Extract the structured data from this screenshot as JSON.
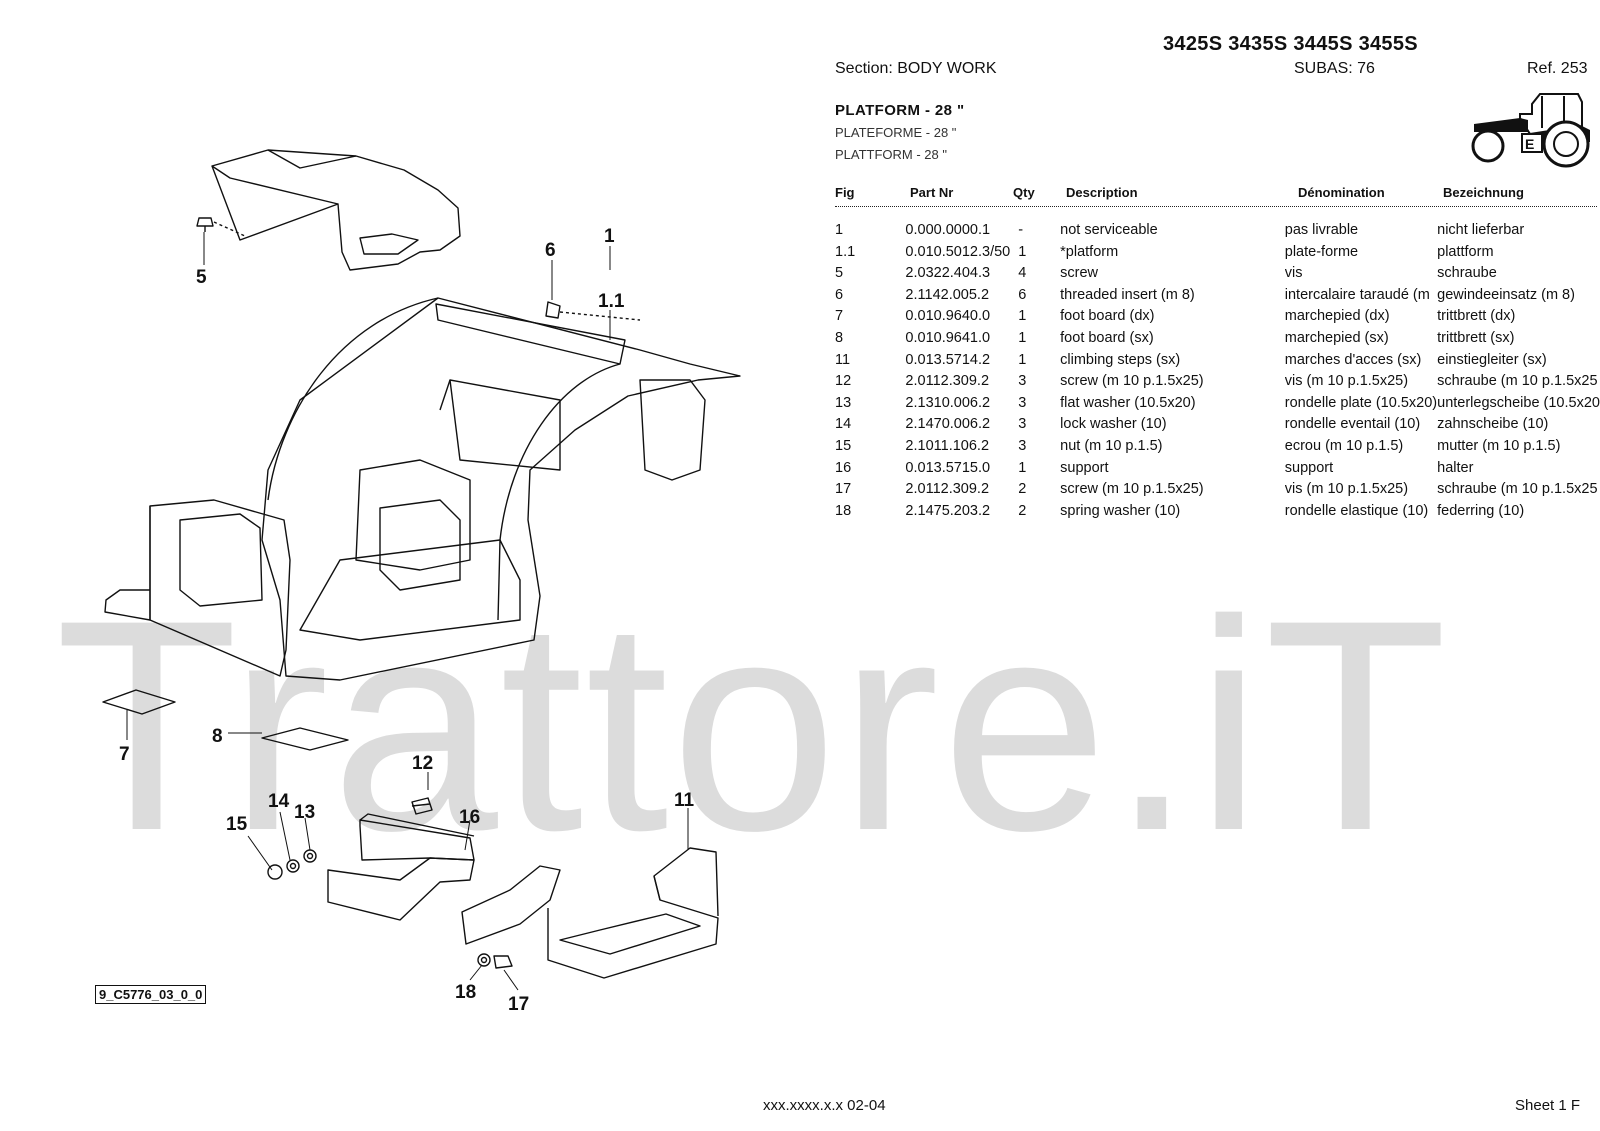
{
  "header": {
    "models": "3425S 3435S 3445S 3455S",
    "section": "Section: BODY  WORK",
    "subas": "SUBAS: 76",
    "ref": "Ref. 253"
  },
  "titles": {
    "en": "PLATFORM - 28 \"",
    "fr": "PLATEFORME - 28 \"",
    "de": "PLATTFORM - 28 \""
  },
  "columns": {
    "fig": "Fig",
    "part": "Part Nr",
    "qty": "Qty",
    "desc": "Description",
    "denom": "Dénomination",
    "bez": "Bezeichnung"
  },
  "rows": [
    {
      "fig": "1",
      "part": "0.000.0000.1",
      "qty": "-",
      "desc": "not serviceable",
      "denom": "pas livrable",
      "bez": "nicht lieferbar"
    },
    {
      "fig": "1.1",
      "part": "0.010.5012.3/50",
      "qty": "1",
      "desc": "*platform",
      "denom": "plate-forme",
      "bez": "plattform"
    },
    {
      "fig": "5",
      "part": "2.0322.404.3",
      "qty": "4",
      "desc": "screw",
      "denom": "vis",
      "bez": "schraube"
    },
    {
      "fig": "6",
      "part": "2.1142.005.2",
      "qty": "6",
      "desc": "threaded insert (m 8)",
      "denom": "intercalaire taraudé (m",
      "bez": "gewindeeinsatz (m 8)"
    },
    {
      "fig": "7",
      "part": "0.010.9640.0",
      "qty": "1",
      "desc": "foot board (dx)",
      "denom": "marchepied (dx)",
      "bez": "trittbrett (dx)"
    },
    {
      "fig": "8",
      "part": "0.010.9641.0",
      "qty": "1",
      "desc": "foot board (sx)",
      "denom": "marchepied (sx)",
      "bez": "trittbrett (sx)"
    },
    {
      "fig": "11",
      "part": "0.013.5714.2",
      "qty": "1",
      "desc": "climbing steps (sx)",
      "denom": "marches d'acces (sx)",
      "bez": "einstiegleiter (sx)"
    },
    {
      "fig": "12",
      "part": "2.0112.309.2",
      "qty": "3",
      "desc": "screw (m 10 p.1.5x25)",
      "denom": "vis (m 10 p.1.5x25)",
      "bez": "schraube (m 10 p.1.5x25"
    },
    {
      "fig": "13",
      "part": "2.1310.006.2",
      "qty": "3",
      "desc": "flat washer (10.5x20)",
      "denom": "rondelle plate (10.5x20)",
      "bez": "unterlegscheibe (10.5x20"
    },
    {
      "fig": "14",
      "part": "2.1470.006.2",
      "qty": "3",
      "desc": "lock washer (10)",
      "denom": "rondelle eventail (10)",
      "bez": "zahnscheibe (10)"
    },
    {
      "fig": "15",
      "part": "2.1011.106.2",
      "qty": "3",
      "desc": "nut (m 10 p.1.5)",
      "denom": "ecrou (m 10 p.1.5)",
      "bez": "mutter (m 10 p.1.5)"
    },
    {
      "fig": "16",
      "part": "0.013.5715.0",
      "qty": "1",
      "desc": "support",
      "denom": "support",
      "bez": "halter"
    },
    {
      "fig": "17",
      "part": "2.0112.309.2",
      "qty": "2",
      "desc": "screw (m 10 p.1.5x25)",
      "denom": "vis (m 10 p.1.5x25)",
      "bez": "schraube (m 10 p.1.5x25"
    },
    {
      "fig": "18",
      "part": "2.1475.203.2",
      "qty": "2",
      "desc": "spring washer (10)",
      "denom": "rondelle elastique (10)",
      "bez": "federring (10)"
    }
  ],
  "diagram": {
    "callouts": [
      "1",
      "1.1",
      "5",
      "6",
      "7",
      "8",
      "11",
      "12",
      "13",
      "14",
      "15",
      "16",
      "17",
      "18"
    ],
    "figure_code": "9_C5776_03_0_0"
  },
  "watermark": "Trattore.iT",
  "footer": {
    "code": "xxx.xxxx.x.x  02-04",
    "sheet": "Sheet 1 F"
  },
  "icons": {
    "tractor": "tractor-icon"
  }
}
